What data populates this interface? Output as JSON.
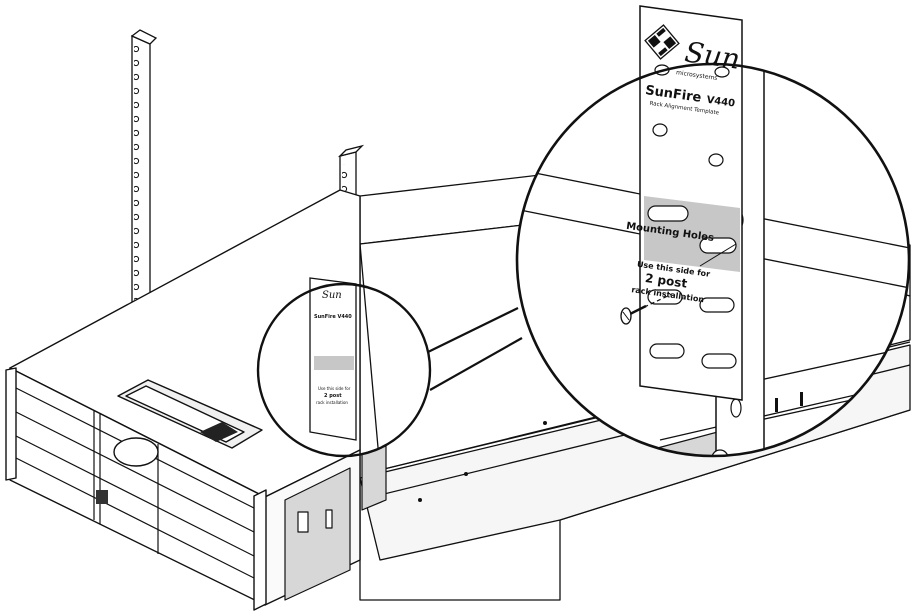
{
  "template_small": {
    "brand": "Sun",
    "model": "SunFire V440",
    "notice_lines": [
      "Use this side for",
      "2 post",
      "rack installation"
    ]
  },
  "template_zoom": {
    "brand": "Sun",
    "brand_sub": "microsystems",
    "model_name": "SunFire",
    "model_number": "V440",
    "subtitle": "Rack Alignment Template",
    "highlight_label": "Mounting Holes",
    "notice_line1": "Use this side for",
    "notice_line2": "2 post",
    "notice_line3": "rack installation"
  },
  "colors": {
    "line": "#111111",
    "highlight": "#c7c7c7",
    "rail": "#d7d7d7",
    "background": "#ffffff"
  }
}
